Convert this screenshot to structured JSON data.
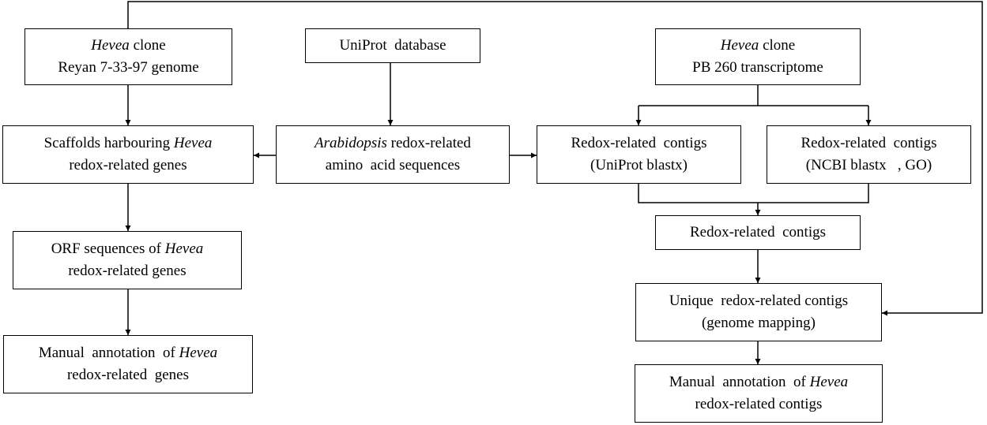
{
  "boxes": {
    "genome": {
      "line1_italic": "Hevea",
      "line1": " clone",
      "line2": "Reyan 7-33-97 genome"
    },
    "uniprot": {
      "line1": "UniProt  database"
    },
    "transcriptome": {
      "line1_italic": "Hevea",
      "line1": " clone",
      "line2": "PB 260 transcriptome"
    },
    "scaffolds": {
      "line1": "Scaffolds harbouring ",
      "line1_italic": "Hevea",
      "line2": "redox-related genes"
    },
    "arabidopsis": {
      "line1_italic": "Arabidopsis",
      "line1": " redox-related",
      "line2": "amino  acid sequences"
    },
    "contigs_uniprot": {
      "line1": "Redox-related  contigs",
      "line2": "(UniProt blastx)"
    },
    "contigs_ncbi": {
      "line1": "Redox-related  contigs",
      "line2": "(NCBI blastx   , GO)"
    },
    "orf": {
      "line1": "ORF sequences of ",
      "line1_italic": "Hevea",
      "line2": "redox-related genes"
    },
    "contigs_merged": {
      "line1": "Redox-related  contigs"
    },
    "unique_contigs": {
      "line1": "Unique  redox-related contigs",
      "line2": "(genome mapping)"
    },
    "manual_genes": {
      "line1": "Manual  annotation  of ",
      "line1_italic": "Hevea",
      "line2": "redox-related  genes"
    },
    "manual_contigs": {
      "line1": "Manual  annotation  of ",
      "line1_italic": "Hevea",
      "line2": "redox-related contigs"
    }
  }
}
